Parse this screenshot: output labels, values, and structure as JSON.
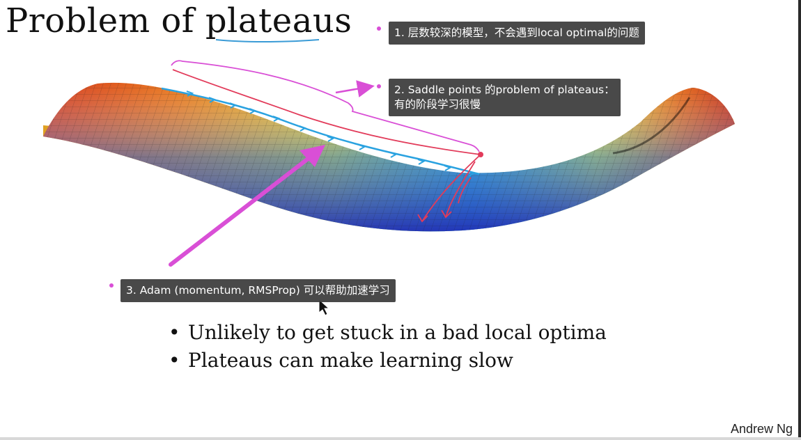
{
  "slide": {
    "title": "Problem of plateaus",
    "author": "Andrew Ng",
    "bullets": [
      "Unlikely to get stuck in a bad local optima",
      "Plateaus can make learning slow"
    ]
  },
  "notes": [
    {
      "text": "1. 层数较深的模型，不会遇到local optimal的问题"
    },
    {
      "text_line1": "2. Saddle points 的problem of plateaus：",
      "text_line2": "有的阶段学习很慢"
    },
    {
      "text": "3. Adam (momentum, RMSProp) 可以帮助加速学习"
    }
  ],
  "colors": {
    "annotation_magenta": "#d94fd6",
    "annotation_red": "#e23b5a",
    "annotation_blue": "#2aa2e0",
    "note_background": "#3a3a3a"
  },
  "icons": {
    "cursor": "mouse-pointer-icon"
  }
}
